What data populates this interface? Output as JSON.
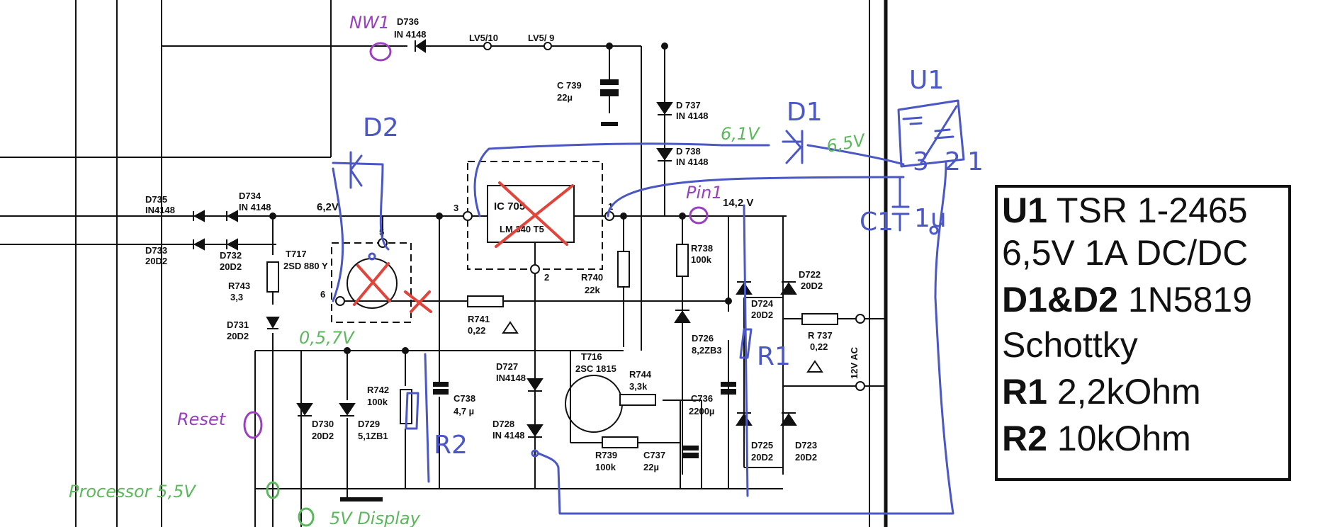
{
  "components": {
    "d736": {
      "ref": "D736",
      "part": "IN 4148"
    },
    "lv5_10": "LV5/10",
    "lv5_9": "LV5/ 9",
    "c739": {
      "ref": "C 739",
      "val": "22µ"
    },
    "d737": {
      "ref": "D 737",
      "part": "IN 4148"
    },
    "d738": {
      "ref": "D 738",
      "part": "IN 4148"
    },
    "d735": {
      "ref": "D735",
      "part": "IN4148"
    },
    "d734": {
      "ref": "D734",
      "part": "IN 4148"
    },
    "d733": {
      "ref": "D733",
      "part": "20D2"
    },
    "d732": {
      "ref": "D732",
      "part": "20D2"
    },
    "t717": {
      "ref": "T717",
      "part": "2SD 880 Y"
    },
    "r743": {
      "ref": "R743",
      "val": "3,3"
    },
    "d731": {
      "ref": "D731",
      "part": "20D2"
    },
    "ic705": {
      "ref": "IC 705",
      "part": "LM 340 T5"
    },
    "r740": {
      "ref": "R740",
      "val": "22k"
    },
    "r738": {
      "ref": "R738",
      "val": "100k"
    },
    "r741": {
      "ref": "R741",
      "val": "0,22"
    },
    "d722": {
      "ref": "D722",
      "part": "20D2"
    },
    "d724": {
      "ref": "D724",
      "part": "20D2"
    },
    "d726": {
      "ref": "D726",
      "part": "8,2ZB3"
    },
    "r737": {
      "ref": "R 737",
      "val": "0,22"
    },
    "ac": "12V AC",
    "d727": {
      "ref": "D727",
      "part": "IN4148"
    },
    "d728": {
      "ref": "D728",
      "part": "IN 4148"
    },
    "t716": {
      "ref": "T716",
      "part": "2SC 1815"
    },
    "r744": {
      "ref": "R744",
      "val": "3,3k"
    },
    "r739": {
      "ref": "R739",
      "val": "100k"
    },
    "c737": {
      "ref": "C737",
      "val": "22µ"
    },
    "c736": {
      "ref": "C736",
      "val": "2200µ"
    },
    "c738": {
      "ref": "C738",
      "val": "4,7 µ"
    },
    "r742": {
      "ref": "R742",
      "val": "100k"
    },
    "d730": {
      "ref": "D730",
      "part": "20D2"
    },
    "d729": {
      "ref": "D729",
      "part": "5,1ZB1"
    },
    "d725": {
      "ref": "D725",
      "part": "20D2"
    },
    "d723": {
      "ref": "D723",
      "part": "20D2"
    },
    "v62": "6,2V",
    "v142": "14,2 V",
    "pin3": "3",
    "pin1": "1",
    "pin2": "2",
    "pin5": "5",
    "pin6": "6"
  },
  "annotations": {
    "purple": {
      "nw1": "NW1",
      "pin1": "Pin1",
      "reset": "Reset"
    },
    "green": {
      "v61": "6,1V",
      "v65": "6,5V",
      "v57": "0,5,7V",
      "proc": "Processor 5,5V",
      "disp": "5V Display"
    },
    "blue": {
      "d2": "D2",
      "d1": "D1",
      "u1": "U1",
      "c1": "C1",
      "c1val": "1u",
      "r1": "R1",
      "r2": "R2",
      "p3": "3",
      "p2": "2",
      "p1": "1"
    }
  },
  "legend": {
    "u1_ref": "U1",
    "u1_part": "TSR 1-2465",
    "u1_desc": "6,5V 1A DC/DC",
    "d_ref": "D1&D2",
    "d_part": "1N5819",
    "d_type": "Schottky",
    "r1_ref": "R1",
    "r1_val": "2,2kOhm",
    "r2_ref": "R2",
    "r2_val": "10kOhm"
  },
  "colors": {
    "ink": "#111111",
    "blue": "#4a57c4",
    "green": "#5cb85c",
    "purple": "#9a3fbf",
    "red": "#e0443a"
  }
}
